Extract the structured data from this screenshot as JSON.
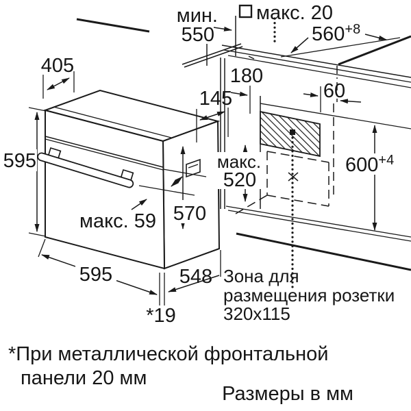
{
  "diagram": {
    "title_semantic": "built-in-oven-installation-dimensions",
    "units_note": "Размеры в мм",
    "footnote": {
      "line1": "*При металлической фронтальной",
      "line2": "панели 20 мм"
    },
    "socket_zone": {
      "line1": "Зона для",
      "line2": "размещения розетки",
      "line3": "320x115"
    },
    "dimensions": {
      "niche_min_depth": {
        "prefix": "мин.",
        "value": "550"
      },
      "max_panel_thickness": {
        "label": "макс. 20",
        "icon": "square-symbol"
      },
      "niche_width": {
        "value": "560",
        "tolerance": "+8"
      },
      "door_opening_projection": "405",
      "socket_offset_horizontal": "180",
      "socket_offset_right": "60",
      "socket_offset_front": "145",
      "oven_height": "595",
      "max_recess": {
        "line1": "макс.",
        "line2": "520"
      },
      "niche_height": {
        "value": "600",
        "tolerance": "+4"
      },
      "body_height": "570",
      "handle_projection": "макс. 59",
      "oven_width": "595",
      "body_depth": "548",
      "front_panel_gap": "*19"
    },
    "colors": {
      "line": "#1a1a1a",
      "background": "#ffffff"
    }
  }
}
